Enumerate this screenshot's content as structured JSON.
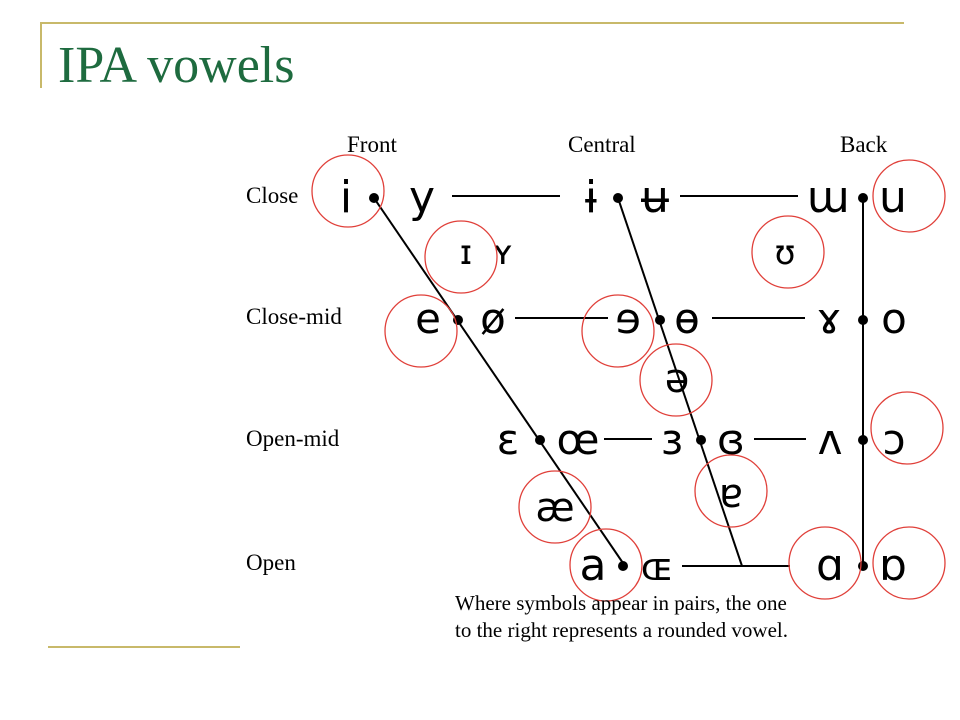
{
  "slide": {
    "title": "IPA vowels",
    "theme_color": "#1e6b3f",
    "frame_color": "#c8b96a",
    "highlight_color": "#e0403a"
  },
  "chart": {
    "columns": [
      "Front",
      "Central",
      "Back"
    ],
    "rows": [
      "Close",
      "Close-mid",
      "Open-mid",
      "Open"
    ],
    "symbols": {
      "close_front_unrounded": "i",
      "close_front_rounded": "y",
      "close_central_unrounded": "ɨ",
      "close_central_rounded": "ʉ",
      "close_back_unrounded": "ɯ",
      "close_back_rounded": "u",
      "near_close_front_unrounded": "ɪ",
      "near_close_front_rounded": "ʏ",
      "near_close_back_rounded": "ʊ",
      "close_mid_front_unrounded": "e",
      "close_mid_front_rounded": "ø",
      "close_mid_central_unrounded": "ɘ",
      "close_mid_central_rounded": "ɵ",
      "close_mid_back_unrounded": "ɤ",
      "close_mid_back_rounded": "o",
      "mid_central": "ə",
      "open_mid_front_unrounded": "ɛ",
      "open_mid_front_rounded": "œ",
      "open_mid_central_unrounded": "ɜ",
      "open_mid_central_rounded": "ɞ",
      "open_mid_back_unrounded": "ʌ",
      "open_mid_back_rounded": "ɔ",
      "near_open_front_unrounded": "æ",
      "near_open_central": "ɐ",
      "open_front_unrounded": "a",
      "open_front_rounded": "ɶ",
      "open_back_unrounded": "ɑ",
      "open_back_rounded": "ɒ"
    },
    "note_line1": "Where symbols appear in pairs, the one",
    "note_line2": "to the right represents a rounded vowel."
  }
}
